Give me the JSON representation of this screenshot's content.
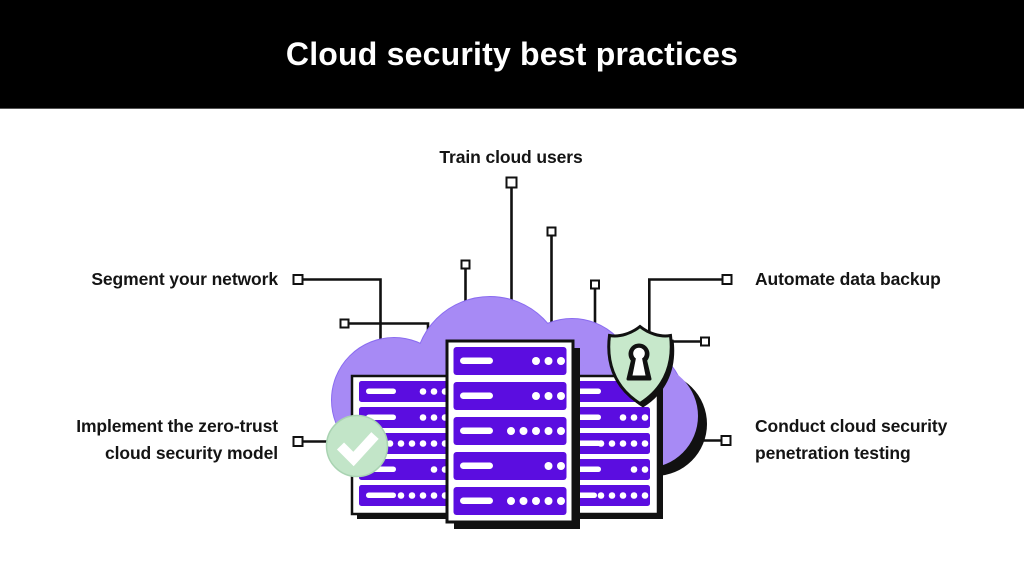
{
  "header": {
    "title": "Cloud security best practices"
  },
  "labels": {
    "train": {
      "text": "Train cloud users"
    },
    "segment": {
      "text": "Segment your network"
    },
    "automate": {
      "text": "Automate data backup"
    },
    "implement": {
      "line1": "Implement the zero-trust",
      "line2": "cloud security model"
    },
    "conduct": {
      "line1": "Conduct cloud security",
      "line2": "penetration testing"
    }
  },
  "icons": {
    "cloud": "cloud-icon",
    "servers": "server-rack-icon",
    "shield": "shield-lock-icon",
    "check": "check-circle-icon",
    "connector": "connector-square-icon"
  },
  "colors": {
    "server_purple": "#5b0de0",
    "cloud_purple": "#a78af5",
    "cloud_outline": "#8a6cf0",
    "shield_green": "#c7e8cb",
    "check_green": "#c2e5c8",
    "line_black": "#111111",
    "header_black": "#000000",
    "text_white": "#ffffff"
  }
}
